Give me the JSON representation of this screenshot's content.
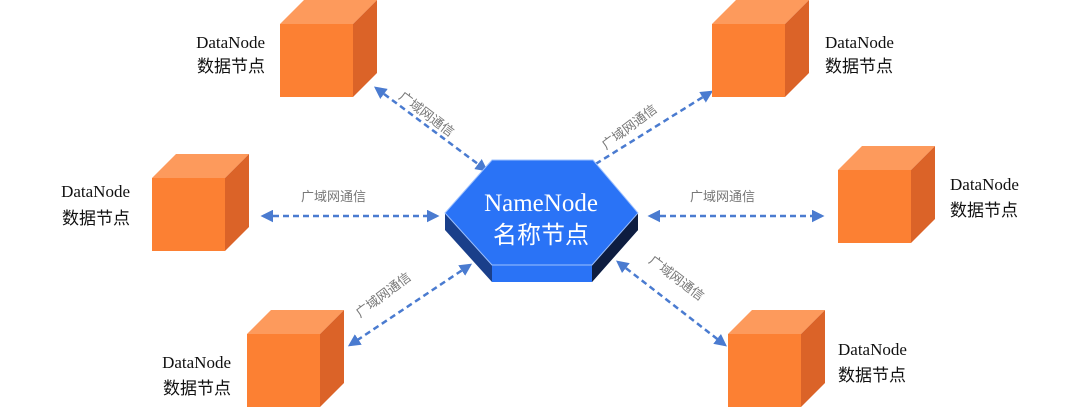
{
  "namenode": {
    "title": "NameNode",
    "subtitle": "名称节点"
  },
  "datanodes": [
    {
      "title": "DataNode",
      "subtitle": "数据节点"
    },
    {
      "title": "DataNode",
      "subtitle": "数据节点"
    },
    {
      "title": "DataNode",
      "subtitle": "数据节点"
    },
    {
      "title": "DataNode",
      "subtitle": "数据节点"
    },
    {
      "title": "DataNode",
      "subtitle": "数据节点"
    },
    {
      "title": "DataNode",
      "subtitle": "数据节点"
    }
  ],
  "link_label": "广域网通信",
  "colors": {
    "cube_front": "#fc8033",
    "cube_top": "#fd9a5c",
    "cube_side": "#db6328",
    "hex": "#2a73f6",
    "arrow": "#4a7bd0"
  }
}
